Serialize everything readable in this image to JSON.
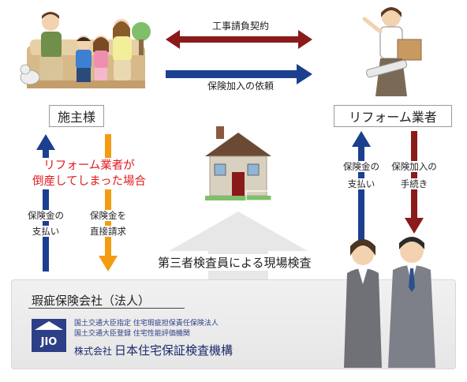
{
  "owner": {
    "label": "施主様"
  },
  "contractor": {
    "label": "リフォーム業者"
  },
  "top_arrows": {
    "contract": "工事請負契約",
    "insurance_request": "保険加入の依頼"
  },
  "bankruptcy_note": [
    "リフォーム業者が",
    "倒産してしまった場合"
  ],
  "left_arrows": {
    "payment": [
      "保険金の",
      "支払い"
    ],
    "direct_claim": [
      "保険金を",
      "直接請求"
    ]
  },
  "right_arrows": {
    "payment": [
      "保険金の",
      "支払い"
    ],
    "procedure": [
      "保険加入の",
      "手続き"
    ]
  },
  "inspection": "第三者検査員による現場検査",
  "insurer": {
    "title": "瑕疵保険会社（法人）",
    "logo_text": "JIO",
    "line1": "国土交通大臣指定 住宅瑕疵担保責任保険法人",
    "line2": "国土交通大臣登録 住宅性能評価機関",
    "company_prefix": "株式会社",
    "company_name": "日本住宅保証検査機構"
  },
  "colors": {
    "dark_red": "#8b1a1a",
    "navy": "#1c3f8f",
    "orange": "#f39c12",
    "red_text": "#e0191e"
  }
}
